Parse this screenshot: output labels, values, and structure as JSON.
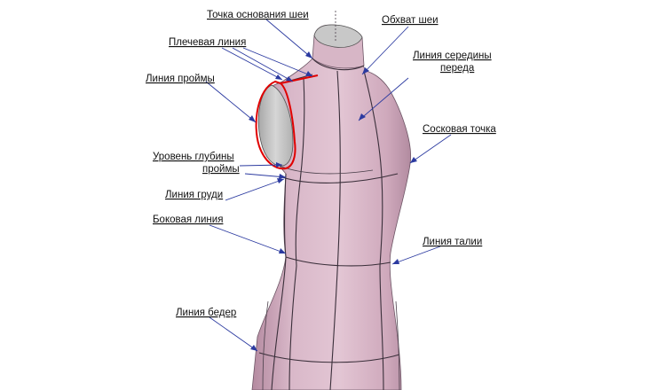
{
  "labels": {
    "neck_base_point": "Точка основания шеи",
    "neck_girth": "Обхват шеи",
    "shoulder_line": "Плечевая линия",
    "front_center_line_1": "Линия середины",
    "front_center_line_2": "переда",
    "armhole_line": "Линия проймы",
    "nipple_point": "Сосковая точка",
    "armhole_depth_1": "Уровень глубины",
    "armhole_depth_2": "проймы",
    "bust_line": "Линия груди",
    "side_line": "Боковая линия",
    "waist_line": "Линия талии",
    "hip_line": "Линия бедер"
  },
  "colors": {
    "body_fill": "#d8b7c8",
    "body_shadow": "#b991a6",
    "armhole_fill": "#c9c9c9",
    "highlight": "#e00000",
    "leader_line": "#2b3aa0"
  }
}
